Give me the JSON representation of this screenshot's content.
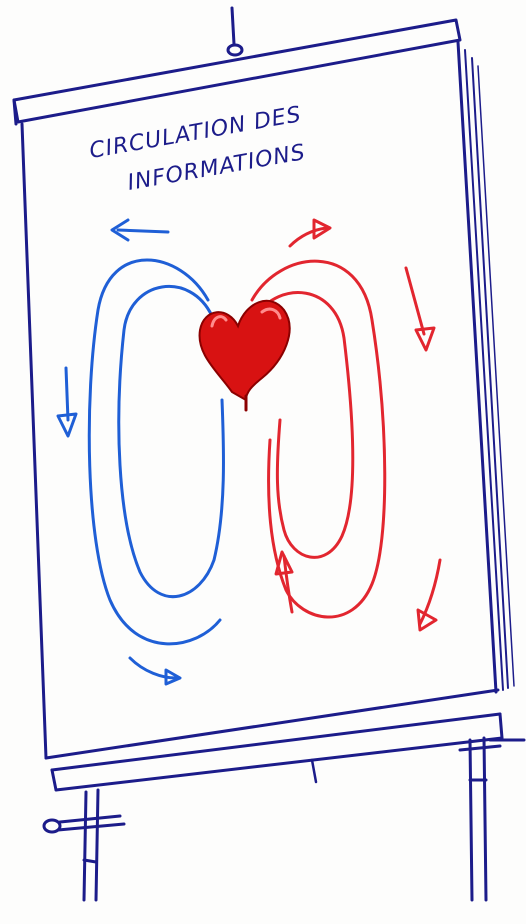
{
  "flipchart": {
    "title_line1": "CIRCULATION DES",
    "title_line2": "INFORMATIONS"
  },
  "colors": {
    "ink_blue": "#1c1c8a",
    "loop_blue": "#1f5fd6",
    "loop_red": "#e2262f",
    "heart_red": "#d81212",
    "paper": "#fdfdfc"
  },
  "icons": {
    "heart": "heart-icon",
    "left_loop": "blue-loop",
    "right_loop": "red-loop"
  }
}
